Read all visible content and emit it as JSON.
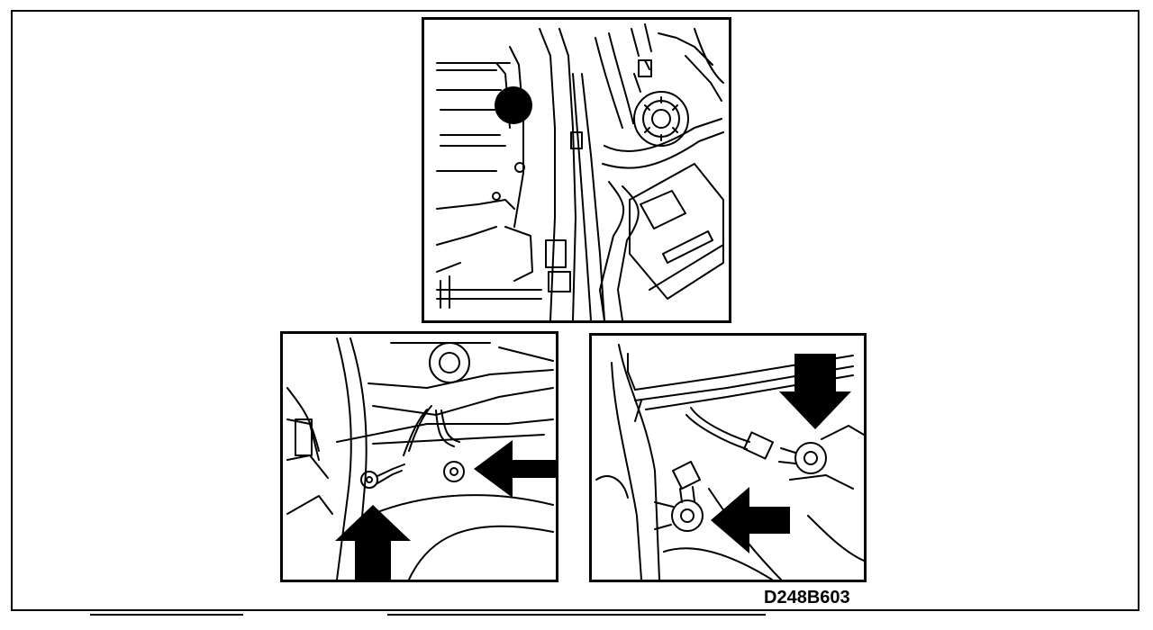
{
  "figure": {
    "code": "D248B603"
  },
  "panels": [
    {
      "id": "overview",
      "arrows": 0,
      "marker": "filled-circle"
    },
    {
      "id": "detail-left",
      "arrows": 2
    },
    {
      "id": "detail-right",
      "arrows": 2
    }
  ],
  "colors": {
    "ink": "#000000",
    "paper": "#ffffff"
  }
}
